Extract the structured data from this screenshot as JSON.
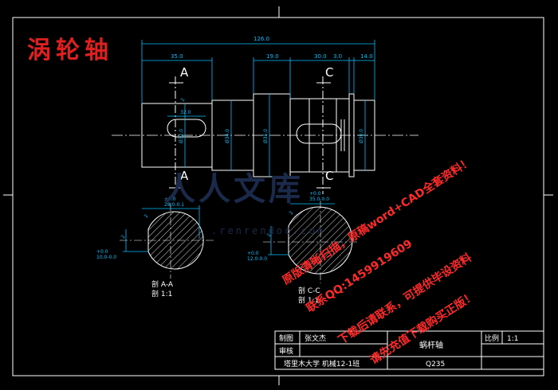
{
  "title": "涡轮轴",
  "watermark": {
    "logo_text": "人人文库",
    "url": ".renrendoc.com"
  },
  "promo_lines": [
    "原版清晰扫描，原稿word+CAD全套资料！",
    "联系QQ:1459919609",
    "下载后请联系，可提供毕设资料",
    "请先充值下载购买正版！"
  ],
  "dimensions": {
    "overall_length": "126.0",
    "seg_a": "35.0",
    "seg_b": "19.0",
    "seg_c": "30.0",
    "seg_d": "3.0",
    "seg_e": "14.0",
    "key_a_len": "32.0",
    "dia_a": "Ø32.0",
    "dia_b": "Ø34.0",
    "dia_c": "Ø35.0",
    "dia_d": "Ø30.0",
    "chamfer": "2"
  },
  "section_marks": {
    "a": "A",
    "c": "C"
  },
  "section_aa": {
    "top_dim": "28.0-0.1",
    "top_tol": "+0.0",
    "side_dim": "10.0-0.0",
    "side_tol": "+0.0",
    "chamfer": "2",
    "label": "剖 A-A",
    "scale": "剖 1:1"
  },
  "section_cc": {
    "top_dim": "35.0-0.0",
    "top_tol": "+0.0",
    "side_dim": "12.0-0.0",
    "side_tol": "+0.0",
    "chamfer": "2",
    "label": "剖 C-C",
    "scale": "剖 1:1"
  },
  "title_block": {
    "drawn_label": "制图",
    "drawn_value": "张文杰",
    "check_label": "审核",
    "school": "塔里木大学 机械12-1班",
    "part_name": "蜗杆轴",
    "scale_label": "比例",
    "scale_value": "1:1",
    "material": "Q235"
  },
  "colors": {
    "background": "#000000",
    "outline": "#ffffff",
    "dimension": "#00bfff",
    "centerline": "#ffffff",
    "hatch": "#ffffff",
    "heading": "#e02020",
    "promo": "#ff2a2a",
    "text": "#ffffff"
  }
}
